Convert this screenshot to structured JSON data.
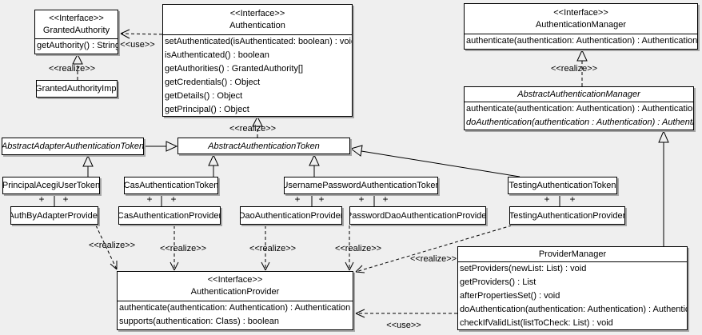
{
  "colors": {
    "background": "#efefef",
    "box_fill": "#ffffff",
    "line": "#000000",
    "shadow": "#a6a6a6"
  },
  "labels": {
    "use": "<<use>>",
    "realize": "<<realize>>",
    "plus": "+"
  },
  "classes": {
    "granted_authority": {
      "stereotype": "<<Interface>>",
      "name": "GrantedAuthority",
      "methods": [
        "getAuthority() : String"
      ]
    },
    "granted_authority_impl": {
      "name": "GrantedAuthorityImpl"
    },
    "authentication": {
      "stereotype": "<<Interface>>",
      "name": "Authentication",
      "methods": [
        "setAuthenticated(isAuthenticated: boolean) : void",
        "isAuthenticated() : boolean",
        "getAuthorities() : GrantedAuthority[]",
        "getCredentials() : Object",
        "getDetails() : Object",
        "getPrincipal() : Object"
      ]
    },
    "authentication_manager": {
      "stereotype": "<<Interface>>",
      "name": "AuthenticationManager",
      "methods": [
        "authenticate(authentication: Authentication) : Authentication"
      ]
    },
    "abstract_authentication_manager": {
      "name": "AbstractAuthenticationManager",
      "methods": [
        "authenticate(authentication: Authentication) : Authentication",
        "doAuthentication(authentication : Authentication) : Authentication"
      ]
    },
    "abstract_adapter_authentication_token": {
      "name": "AbstractAdapterAuthenticationToken"
    },
    "abstract_authentication_token": {
      "name": "AbstractAuthenticationToken"
    },
    "principal_acegi_user_token": {
      "name": "PrincipalAcegiUserToken"
    },
    "cas_authentication_token": {
      "name": "CasAuthenticationToken"
    },
    "username_password_authentication_token": {
      "name": "UsernamePasswordAuthenticationToken"
    },
    "testing_authentication_token": {
      "name": "TestingAuthenticationToken"
    },
    "auth_by_adapter_provider": {
      "name": "AuthByAdapterProvider"
    },
    "cas_authentication_provider": {
      "name": "CasAuthenticationProvider"
    },
    "dao_authentication_provider": {
      "name": "DaoAuthenticationProvider"
    },
    "password_dao_authentication_provider": {
      "name": "PasswordDaoAuthenticationProvider"
    },
    "testing_authentication_provider": {
      "name": "TestingAuthenticationProvider"
    },
    "authentication_provider": {
      "stereotype": "<<Interface>>",
      "name": "AuthenticationProvider",
      "methods": [
        "authenticate(authentication: Authentication) : Authentication",
        "supports(authentication: Class) : boolean"
      ]
    },
    "provider_manager": {
      "name": "ProviderManager",
      "methods": [
        "setProviders(newList: List) : void",
        "getProviders() : List",
        "afterPropertiesSet() : void",
        "doAuthentication(authentication: Authentication) : Authentication",
        "checkIfValidList(listToCheck: List) : void"
      ]
    }
  }
}
